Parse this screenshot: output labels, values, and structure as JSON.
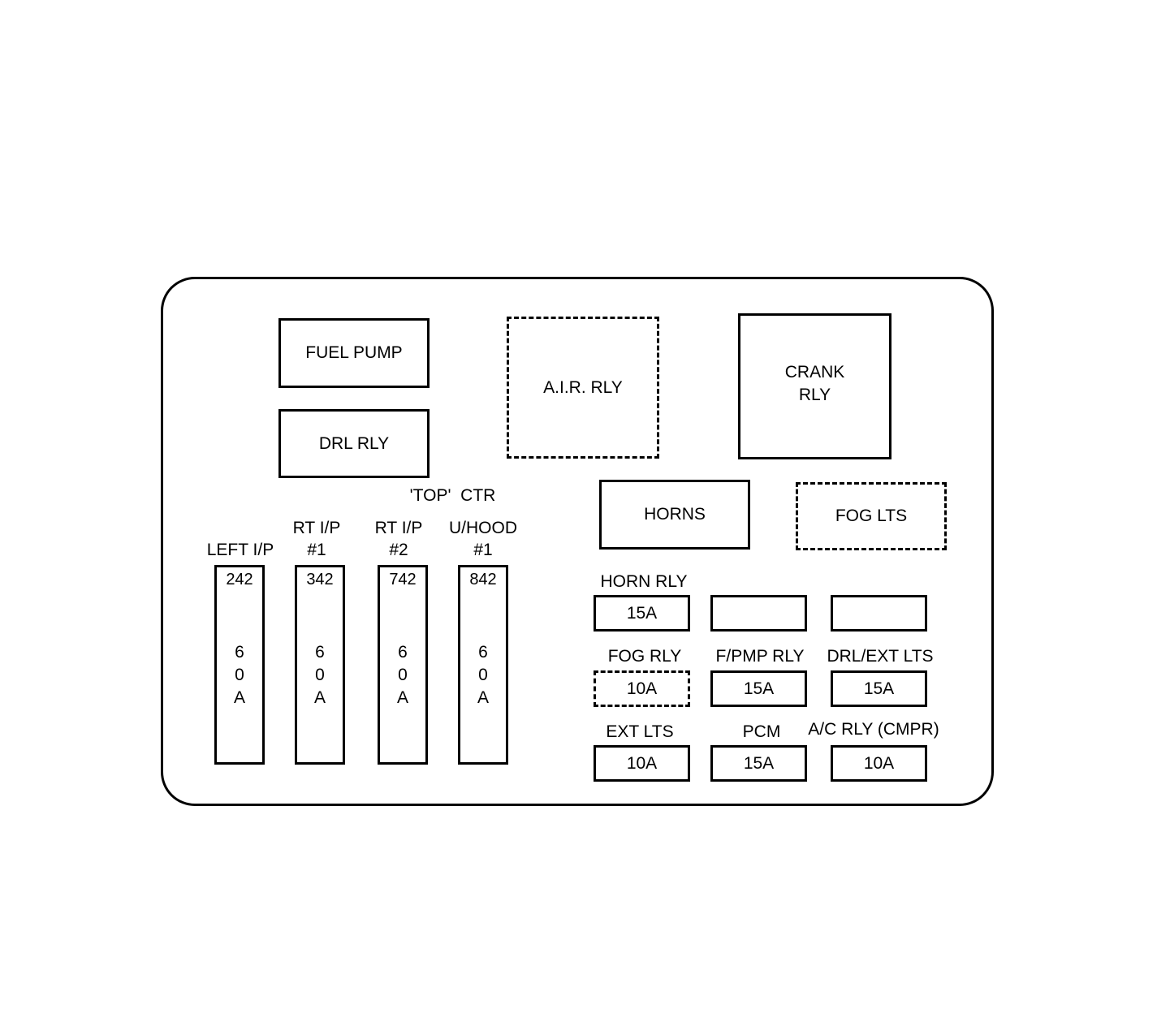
{
  "relays": {
    "fuel_pump": "FUEL PUMP",
    "drl_rly": "DRL RLY",
    "air_rly": "A.I.R. RLY",
    "crank_rly": "CRANK RLY",
    "horns": "HORNS",
    "fog_lts": "FOG LTS"
  },
  "top_ctr_label": "'TOP'  CTR",
  "maxi_fuses": [
    {
      "label_line1": "LEFT I/P",
      "label_line2": "",
      "number": "242",
      "rating": "60A"
    },
    {
      "label_line1": "RT I/P",
      "label_line2": "#1",
      "number": "342",
      "rating": "60A"
    },
    {
      "label_line1": "RT I/P",
      "label_line2": "#2",
      "number": "742",
      "rating": "60A"
    },
    {
      "label_line1": "U/HOOD",
      "label_line2": "#1",
      "number": "842",
      "rating": "60A"
    }
  ],
  "mini_fuses": {
    "horn_rly": {
      "label": "HORN RLY",
      "rating": "15A"
    },
    "blank_1": {
      "label": "",
      "rating": ""
    },
    "blank_2": {
      "label": "",
      "rating": ""
    },
    "fog_rly": {
      "label": "FOG RLY",
      "rating": "10A"
    },
    "fpmp_rly": {
      "label": "F/PMP RLY",
      "rating": "15A"
    },
    "drl_ext_lts": {
      "label": "DRL/EXT LTS",
      "rating": "15A"
    },
    "ext_lts": {
      "label": "EXT LTS",
      "rating": "10A"
    },
    "pcm": {
      "label": "PCM",
      "rating": "15A"
    },
    "ac_rly": {
      "label": "A/C RLY (CMPR)",
      "rating": "10A"
    }
  }
}
